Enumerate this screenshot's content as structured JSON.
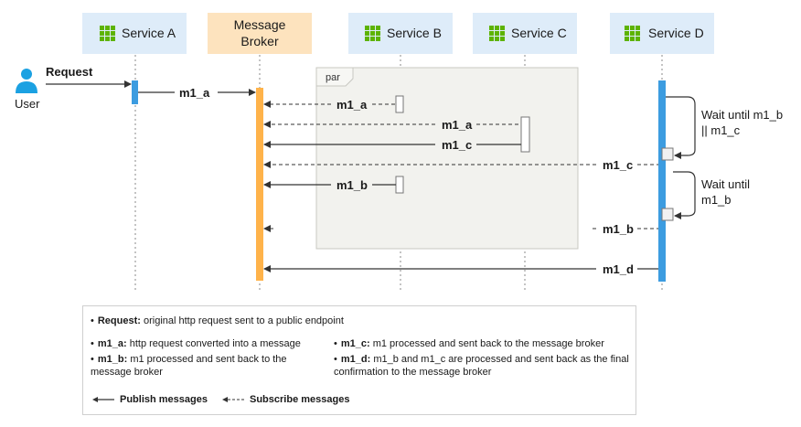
{
  "participants": {
    "service_a": "Service A",
    "broker_line1": "Message",
    "broker_line2": "Broker",
    "service_b": "Service B",
    "service_c": "Service C",
    "service_d": "Service D"
  },
  "actor": {
    "label": "User",
    "request": "Request"
  },
  "fragment": {
    "label": "par"
  },
  "messages": {
    "a_to_broker": "m1_a",
    "broker_to_b_a": "m1_a",
    "broker_to_c_a": "m1_a",
    "c_to_broker": "m1_c",
    "broker_to_d_c": "m1_c",
    "b_to_broker": "m1_b",
    "broker_to_d_b": "m1_b",
    "d_to_broker": "m1_d"
  },
  "notes": {
    "wait1_line1": "Wait until m1_b",
    "wait1_line2": "|| m1_c",
    "wait2_line1": "Wait until",
    "wait2_line2": "m1_b"
  },
  "legend": {
    "request_term": "Request:",
    "request_desc": " original http request sent to a public endpoint",
    "m1a_term": "m1_a:",
    "m1a_desc": " http request converted into a message",
    "m1b_term": "m1_b:",
    "m1b_desc": " m1 processed and sent back to the message broker",
    "m1c_term": "m1_c:",
    "m1c_desc": " m1 processed and sent back to the message broker",
    "m1d_term": "m1_d:",
    "m1d_desc": " m1_b and m1_c are processed and sent back as the final confirmation to the message broker",
    "publish": "Publish messages",
    "subscribe": "Subscribe messages"
  },
  "colors": {
    "service_fill": "#deecf9",
    "service_icon": "#5db300",
    "broker_fill": "#fde3be",
    "broker_bar": "#ffb34a",
    "activation_blue": "#3c9ce0",
    "fragment_fill": "#f2f2ee",
    "user_icon": "#1ba1e2"
  }
}
